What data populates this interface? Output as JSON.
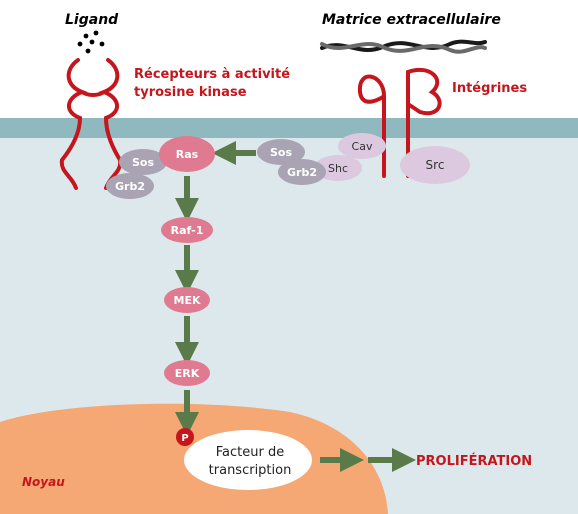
{
  "labels": {
    "ligand": "Ligand",
    "matrix": "Matrice extracellulaire",
    "receptor_line1": "Récepteurs à activité",
    "receptor_line2": "tyrosine kinase",
    "integrins": "Intégrines",
    "nucleus": "Noyau",
    "proliferation": "PROLIFÉRATION",
    "tf_line1": "Facteur de",
    "tf_line2": "transcription",
    "phospho": "P"
  },
  "proteins": {
    "ras": "Ras",
    "sos_left": "Sos",
    "grb2_left": "Grb2",
    "raf1": "Raf-1",
    "mek": "MEK",
    "erk": "ERK",
    "sos_right": "Sos",
    "grb2_right": "Grb2",
    "shc": "Shc",
    "cav": "Cav",
    "src": "Src"
  },
  "colors": {
    "cytoplasm": "#dde8ec",
    "membrane": "#8fb8bf",
    "nucleus": "#f5a774",
    "receptor_red": "#c4161c",
    "arrow_green": "#5a7a4a",
    "kinase_pink": "#e07a90",
    "adaptor_grey": "#a9a3b3",
    "light_lilac": "#dcc8df"
  }
}
